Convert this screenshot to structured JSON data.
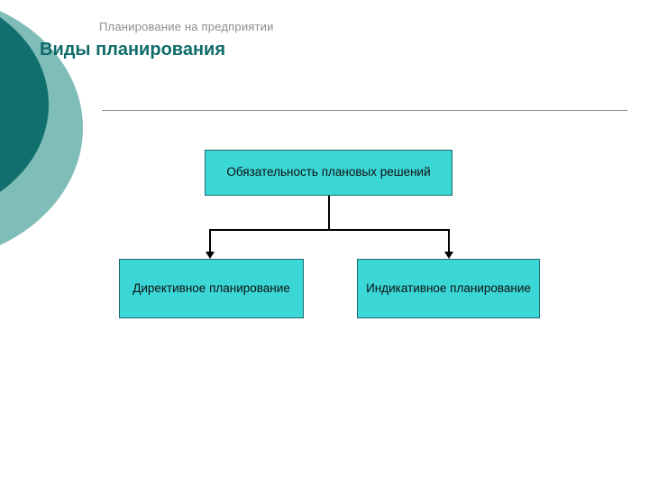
{
  "slide": {
    "header_subtitle": "Планирование на предприятии",
    "title": "Виды планирования",
    "colors": {
      "box_fill": "#3bd6d6",
      "box_border": "#1f6b70",
      "title_color": "#0f6b6a",
      "subtitle_color": "#8a8f91",
      "deco_dark": "#11706e",
      "deco_light": "#7fbdb8"
    }
  },
  "diagram": {
    "root": {
      "label": "Обязательность плановых решений"
    },
    "children": [
      {
        "label": "Директивное планирование"
      },
      {
        "label": "Индикативное планирование"
      }
    ]
  }
}
